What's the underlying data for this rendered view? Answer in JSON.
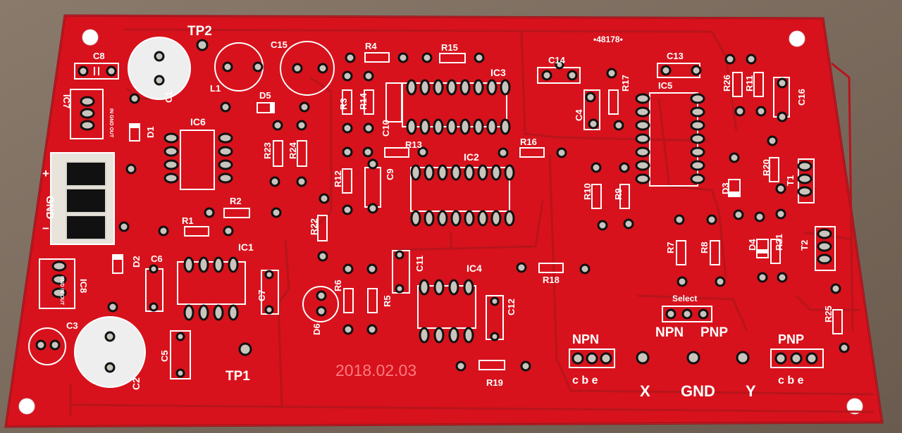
{
  "board": {
    "serial": "•48178•",
    "date": "2018.02.03",
    "colors": {
      "board": "#d7121c",
      "silk": "#ffffff",
      "pad": "#c9c5bd",
      "background": "#7a6a5c"
    }
  },
  "labels": {
    "TP2": "TP2",
    "TP1": "TP1",
    "C8": "C8",
    "C1": "C1",
    "L1": "L1",
    "C15": "C15",
    "D5": "D5",
    "R4": "R4",
    "R15": "R15",
    "IC3": "IC3",
    "R3": "R3",
    "R14": "R14",
    "C10": "C10",
    "C14": "C14",
    "C4": "C4",
    "R17": "R17",
    "C13": "C13",
    "IC5": "IC5",
    "R26": "R26",
    "R11": "R11",
    "C16": "C16",
    "IC7": "IC7",
    "IC7_pins": "IN GND OUT",
    "D1": "D1",
    "IC6": "IC6",
    "R23": "R23",
    "R24": "R24",
    "R13": "R13",
    "R16": "R16",
    "IC2": "IC2",
    "R12": "R12",
    "C9": "C9",
    "R10": "R10",
    "R9": "R9",
    "D3": "D3",
    "R20": "R20",
    "T1": "T1",
    "plus": "+",
    "GND": "GND",
    "minus": "−",
    "R2": "R2",
    "R1": "R1",
    "R22": "R22",
    "IC1": "IC1",
    "D2": "D2",
    "C6": "C6",
    "C7": "C7",
    "IC8": "IC8",
    "IC8_pins": "GND IN OUT",
    "C11": "C11",
    "IC4": "IC4",
    "R18": "R18",
    "C12": "C12",
    "R6": "R6",
    "R5": "R5",
    "D6": "D6",
    "R7": "R7",
    "R8": "R8",
    "D4": "D4",
    "R21": "R21",
    "T2": "T2",
    "R25": "R25",
    "Select": "Select",
    "NPN_sel": "NPN",
    "PNP_sel": "PNP",
    "NPN": "NPN",
    "PNP": "PNP",
    "cbe_left": "c b e",
    "cbe_right": "c b e",
    "X": "X",
    "GND_bottom": "GND",
    "Y": "Y",
    "C3": "C3",
    "C2": "C2",
    "C5": "C5",
    "R19": "R19"
  }
}
